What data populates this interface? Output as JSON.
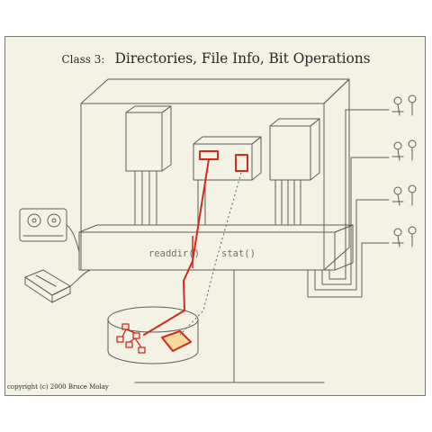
{
  "slide": {
    "title_prefix": "Class 3:",
    "title_main": "Directories, File Info, Bit Operations",
    "copyright": "copyright (c) 2000 Bruce Molay"
  },
  "diagram": {
    "calls": [
      {
        "id": "readdir",
        "label": "readdir()"
      },
      {
        "id": "stat",
        "label": "stat()"
      }
    ],
    "colors": {
      "highlight": "#d42a1a",
      "ink": "#5c5c5c",
      "paper": "#f4f2e4",
      "fill": "#f9d9a0",
      "label": "#6f6f6f"
    }
  }
}
